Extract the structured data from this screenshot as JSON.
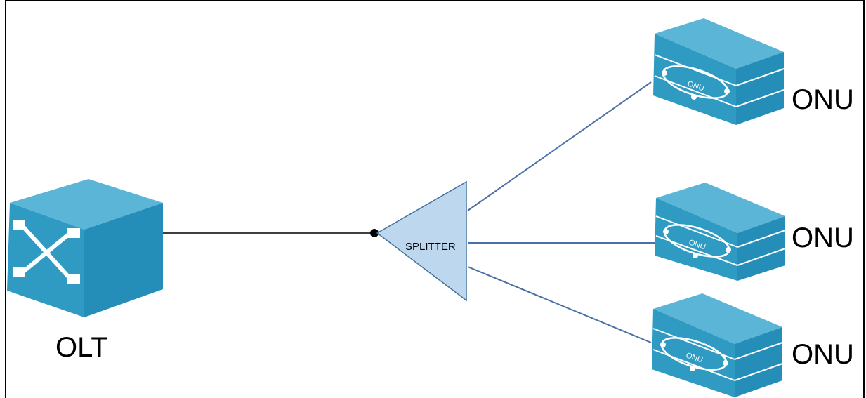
{
  "diagram": {
    "olt": {
      "label": "OLT"
    },
    "splitter": {
      "label": "SPLITTER"
    },
    "onus": [
      {
        "label": "ONU",
        "inner_label": "ONU"
      },
      {
        "label": "ONU",
        "inner_label": "ONU"
      },
      {
        "label": "ONU",
        "inner_label": "ONU"
      }
    ],
    "colors": {
      "device_blue": "#2f9ac2",
      "device_blue_dark": "#1f7aa0",
      "device_blue_light": "#5bb5d6",
      "splitter_fill": "#bdd7ee",
      "splitter_stroke": "#41719c",
      "link_blue": "#4a6fa5",
      "link_black": "#000000"
    }
  }
}
